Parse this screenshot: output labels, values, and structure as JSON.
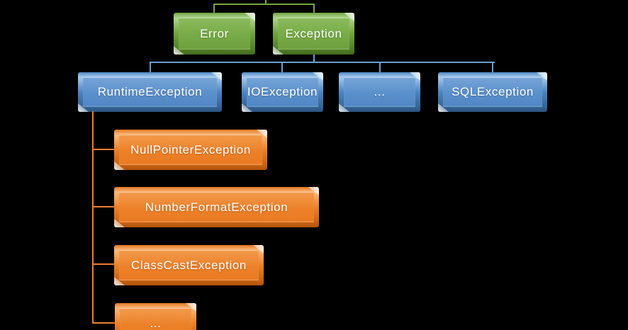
{
  "background_color": "#000000",
  "connector_colors": {
    "level1_green": "#76a644",
    "level2_blue": "#6b9fd4",
    "level3_orange": "#ed7d31"
  },
  "node_colors": {
    "green": "#77ab46",
    "blue": "#5a90cb",
    "orange": "#ec8129"
  },
  "nodes": {
    "error": {
      "label": "Error",
      "level": 1,
      "color": "#77ab46"
    },
    "exception": {
      "label": "Exception",
      "level": 1,
      "color": "#77ab46"
    },
    "runtime_exception": {
      "label": "RuntimeException",
      "level": 2,
      "parent": "exception",
      "color": "#5a90cb"
    },
    "io_exception": {
      "label": "IOException",
      "level": 2,
      "parent": "exception",
      "color": "#5a90cb"
    },
    "more_exceptions": {
      "label": "...",
      "level": 2,
      "parent": "exception",
      "color": "#5a90cb"
    },
    "sql_exception": {
      "label": "SQLException",
      "level": 2,
      "parent": "exception",
      "color": "#5a90cb"
    },
    "null_pointer_exception": {
      "label": "NullPointerException",
      "level": 3,
      "parent": "runtime_exception",
      "color": "#ec8129"
    },
    "number_format_exception": {
      "label": "NumberFormatException",
      "level": 3,
      "parent": "runtime_exception",
      "color": "#ec8129"
    },
    "class_cast_exception": {
      "label": "ClassCastException",
      "level": 3,
      "parent": "runtime_exception",
      "color": "#ec8129"
    },
    "more_runtime_exceptions": {
      "label": "...",
      "level": 3,
      "parent": "runtime_exception",
      "color": "#ec8129"
    }
  }
}
